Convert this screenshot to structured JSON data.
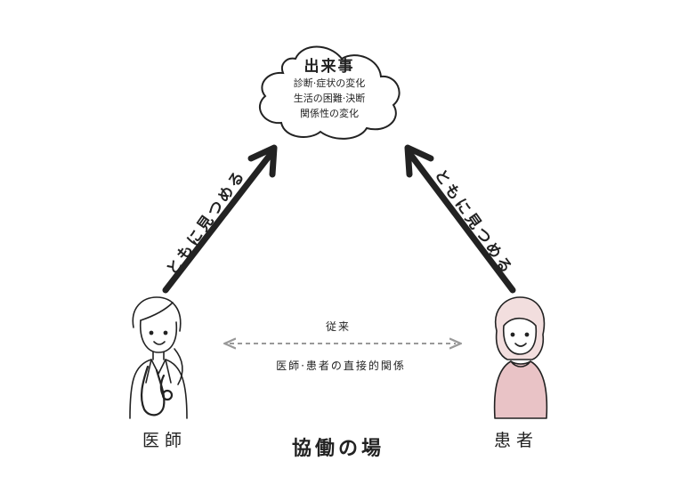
{
  "event_cloud": {
    "title": "出来事",
    "lines": [
      "診断·症状の変化",
      "生活の困難·決断",
      "関係性の変化"
    ]
  },
  "arrows": {
    "left_label": "ともに見つめる",
    "right_label": "ともに見つめる"
  },
  "relation": {
    "traditional": "従来",
    "direct": "医師·患者の直接的関係"
  },
  "people": {
    "doctor": "医師",
    "patient": "患者"
  },
  "field_label": "協働の場",
  "colors": {
    "line": "#222222",
    "dashed_arrow": "#999999",
    "patient_sweater": "#e9c3c6",
    "patient_hair": "#f2dede"
  },
  "icons": [
    "cloud-shape",
    "doctor-illustration",
    "stethoscope-icon",
    "patient-illustration"
  ]
}
